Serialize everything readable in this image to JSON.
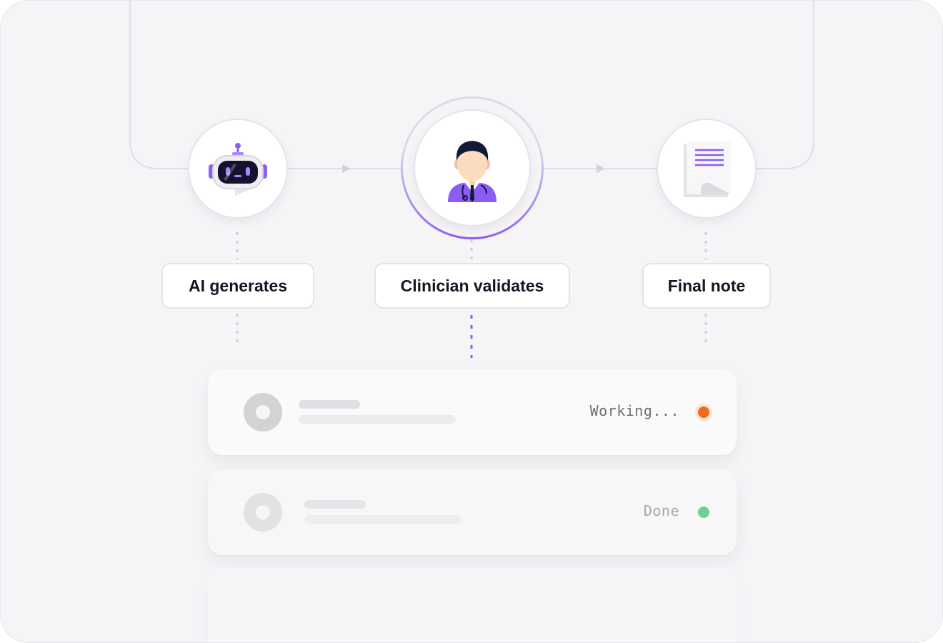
{
  "steps": [
    {
      "label": "AI generates",
      "icon": "robot-icon"
    },
    {
      "label": "Clinician validates",
      "icon": "clinician-icon"
    },
    {
      "label": "Final note",
      "icon": "document-icon"
    }
  ],
  "tasks": [
    {
      "status": "Working...",
      "status_color": "#f26b1d",
      "state": "active"
    },
    {
      "status": "Done",
      "status_color": "#6fcf97",
      "state": "complete"
    },
    {
      "status": "",
      "status_color": "",
      "state": "empty"
    }
  ],
  "colors": {
    "accent": "#8b5cf6",
    "working": "#f26b1d",
    "done": "#6fcf97",
    "background": "#f5f5f8"
  }
}
